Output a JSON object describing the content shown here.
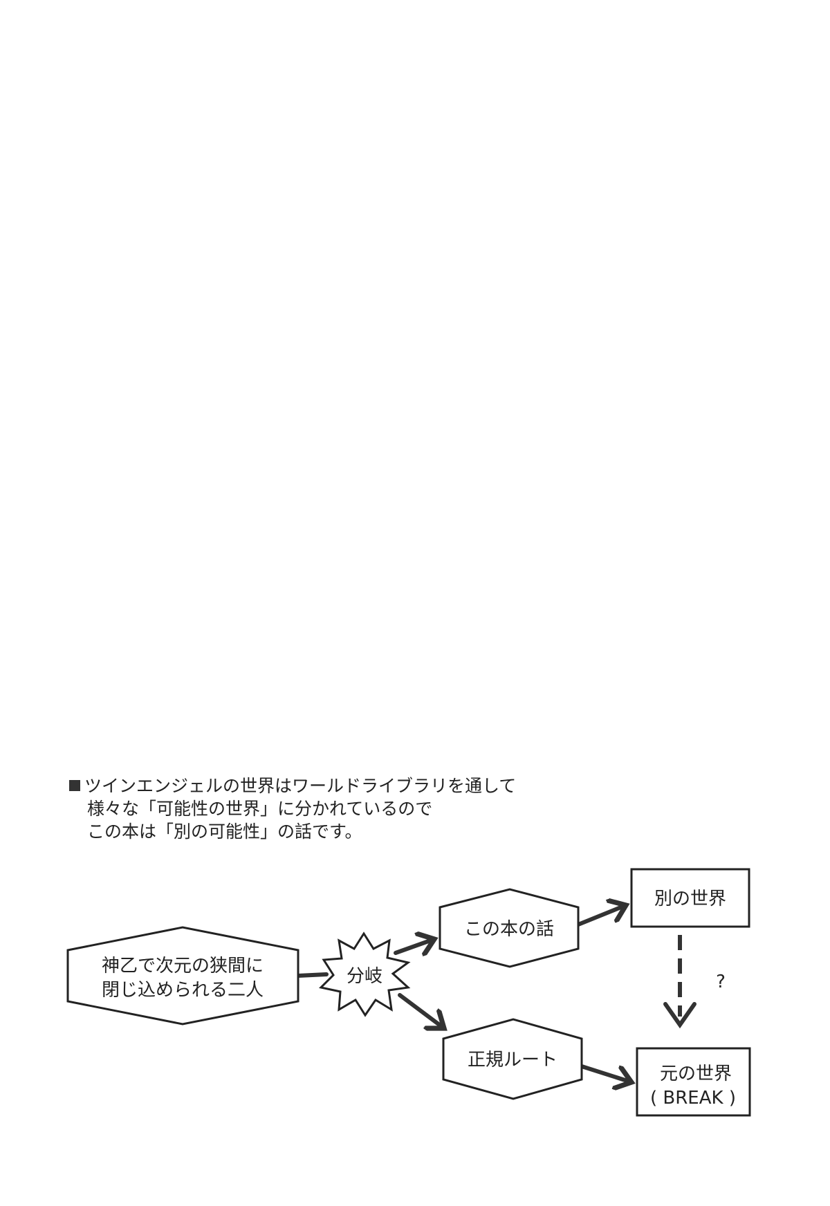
{
  "intro": {
    "line1": "ツインエンジェルの世界はワールドライブラリを通して",
    "line2": "様々な「可能性の世界」に分かれているので",
    "line3": "この本は「別の可能性」の話です。"
  },
  "diagram": {
    "start_line1": "神乙で次元の狭間に",
    "start_line2": "閉じ込められる二人",
    "branch": "分岐",
    "this_book": "この本の話",
    "canon_route": "正規ルート",
    "other_world": "別の世界",
    "original_world": "元の世界",
    "original_world_sub": "( BREAK )",
    "question": "?"
  }
}
